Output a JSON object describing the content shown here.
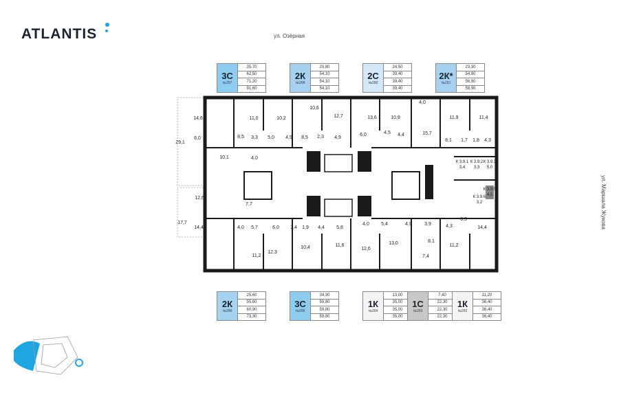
{
  "brand": "ATLANTIS",
  "streets": {
    "top": "ул. Озёрная",
    "right": "ул. Маршала Жукова"
  },
  "colors": {
    "blue": "#8ecdf0",
    "blue_mid": "#a6d2ef",
    "blue_light": "#d4e8f7",
    "gray": "#c8c8c8",
    "white": "#f4f4f4"
  },
  "apartments_top": [
    {
      "type": "3С",
      "number": "№297",
      "areas": [
        "35,70",
        "62,50",
        "71,20",
        "91,60"
      ],
      "color": "#8ecdf0"
    },
    {
      "type": "2К",
      "number": "№298",
      "areas": [
        "20,80",
        "54,10",
        "54,10",
        "54,10"
      ],
      "color": "#a6d2ef"
    },
    {
      "type": "2С",
      "number": "№290",
      "areas": [
        "24,50",
        "39,40",
        "39,40",
        "39,40"
      ],
      "color": "#d4e8f7"
    },
    {
      "type": "2К*",
      "number": "№291",
      "areas": [
        "23,30",
        "54,90",
        "56,90",
        "58,90"
      ],
      "color": "#a6d2ef"
    }
  ],
  "apartments_bottom": [
    {
      "type": "2К",
      "number": "№296",
      "areas": [
        "25,60",
        "55,60",
        "60,90",
        "73,30"
      ],
      "color": "#a6d2ef"
    },
    {
      "type": "3С",
      "number": "№295",
      "areas": [
        "34,30",
        "59,80",
        "59,80",
        "59,80"
      ],
      "color": "#8ecdf0"
    },
    {
      "type": "1К",
      "number": "№294",
      "areas": [
        "13,00",
        "35,00",
        "35,00",
        "35,00"
      ],
      "color": "#f4f4f4"
    },
    {
      "type": "1С",
      "number": "№293",
      "areas": [
        "7,40",
        "22,30",
        "22,30",
        "22,30"
      ],
      "color": "#c8c8c8"
    },
    {
      "type": "1К",
      "number": "№292",
      "areas": [
        "11,20",
        "36,40",
        "36,40",
        "36,40"
      ],
      "color": "#f4f4f4"
    }
  ],
  "rooms": [
    "14,6",
    "11,0",
    "10,2",
    "10,6",
    "12,7",
    "13,6",
    "10,9",
    "4,0",
    "15,7",
    "11,9",
    "11,4",
    "6,0",
    "8,5",
    "3,3",
    "5,0",
    "4,9",
    "8,5",
    "2,3",
    "4,9",
    "6,0",
    "4,5",
    "4,4",
    "8,1",
    "1,7",
    "1,8",
    "4,3",
    "29,1",
    "10,1",
    "4,0",
    "12,6",
    "7,7",
    "17,7",
    "14,4",
    "4,0",
    "5,7",
    "6,0",
    "7,4",
    "1,9",
    "4,4",
    "5,8",
    "4,0",
    "5,4",
    "4,9",
    "3,9",
    "4,3",
    "6,5",
    "14,4",
    "11,2",
    "12,3",
    "10,4",
    "11,6",
    "12,6",
    "13,0",
    "8,1",
    "7,4",
    "11,2"
  ],
  "storage": [
    {
      "name": "К 3.9.1",
      "area": "3,4"
    },
    {
      "name": "К 3.9.2",
      "area": "3,3"
    },
    {
      "name": "К 3.9.3",
      "area": "5,0"
    },
    {
      "name": "К 3.9.5",
      "area": "4,5"
    },
    {
      "name": "К 3.9.6",
      "area": "3,2"
    }
  ]
}
